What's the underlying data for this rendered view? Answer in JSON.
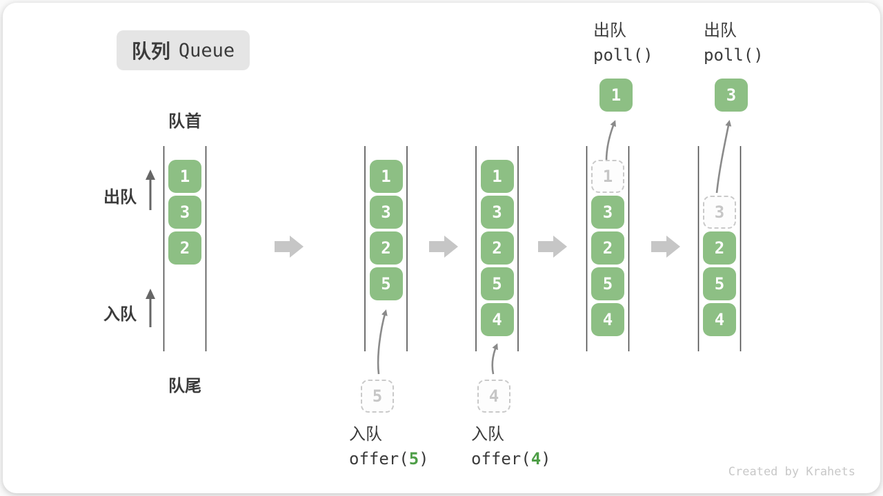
{
  "title": {
    "zh": "队列",
    "en": "Queue"
  },
  "side_labels": {
    "front": "队首",
    "rear": "队尾",
    "dequeue": "出队",
    "enqueue": "入队"
  },
  "watermark": "Created by Krahets",
  "colors": {
    "block_green": "#8DBF84",
    "arg_green": "#4E9E47",
    "dashed_gray": "#C9C9C9",
    "big_arrow_gray": "#C6C6C6",
    "channel_line": "#4D4D4D",
    "curved_arrow": "#8A8A8A",
    "text_dark": "#3B3B3B"
  },
  "queues": [
    {
      "name": "state-initial",
      "slots": [
        {
          "v": "1",
          "row": 0,
          "state": "solid"
        },
        {
          "v": "3",
          "row": 1,
          "state": "solid"
        },
        {
          "v": "2",
          "row": 2,
          "state": "solid"
        }
      ]
    },
    {
      "name": "state-after-offer-5",
      "slots": [
        {
          "v": "1",
          "row": 0,
          "state": "solid"
        },
        {
          "v": "3",
          "row": 1,
          "state": "solid"
        },
        {
          "v": "2",
          "row": 2,
          "state": "solid"
        },
        {
          "v": "5",
          "row": 3,
          "state": "solid"
        }
      ],
      "incoming": {
        "v": "5"
      },
      "caption": {
        "action": "入队",
        "code_pre": "offer(",
        "code_arg": "5",
        "code_post": ")"
      }
    },
    {
      "name": "state-after-offer-4",
      "slots": [
        {
          "v": "1",
          "row": 0,
          "state": "solid"
        },
        {
          "v": "3",
          "row": 1,
          "state": "solid"
        },
        {
          "v": "2",
          "row": 2,
          "state": "solid"
        },
        {
          "v": "5",
          "row": 3,
          "state": "solid"
        },
        {
          "v": "4",
          "row": 4,
          "state": "solid"
        }
      ],
      "incoming": {
        "v": "4"
      },
      "caption": {
        "action": "入队",
        "code_pre": "offer(",
        "code_arg": "4",
        "code_post": ")"
      }
    },
    {
      "name": "state-after-poll-1",
      "slots": [
        {
          "v": "1",
          "row": 0,
          "state": "dashed"
        },
        {
          "v": "3",
          "row": 1,
          "state": "solid"
        },
        {
          "v": "2",
          "row": 2,
          "state": "solid"
        },
        {
          "v": "5",
          "row": 3,
          "state": "solid"
        },
        {
          "v": "4",
          "row": 4,
          "state": "solid"
        }
      ],
      "popped": {
        "v": "1"
      },
      "top_caption": {
        "action": "出队",
        "code": "poll()"
      }
    },
    {
      "name": "state-after-poll-3",
      "slots": [
        {
          "v": "3",
          "row": 1,
          "state": "dashed"
        },
        {
          "v": "2",
          "row": 2,
          "state": "solid"
        },
        {
          "v": "5",
          "row": 3,
          "state": "solid"
        },
        {
          "v": "4",
          "row": 4,
          "state": "solid"
        }
      ],
      "popped": {
        "v": "3"
      },
      "top_caption": {
        "action": "出队",
        "code": "poll()"
      }
    }
  ]
}
